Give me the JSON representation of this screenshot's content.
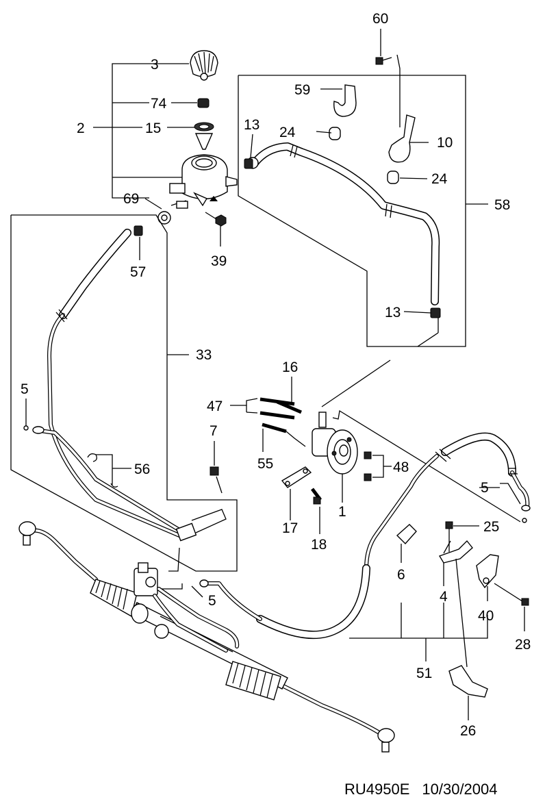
{
  "labels": {
    "p1": "1",
    "p2": "2",
    "p3": "3",
    "p4": "4",
    "p5a": "5",
    "p5b": "5",
    "p5c": "5",
    "p6": "6",
    "p7": "7",
    "p10": "10",
    "p13a": "13",
    "p13b": "13",
    "p15": "15",
    "p16": "16",
    "p17": "17",
    "p18": "18",
    "p24a": "24",
    "p24b": "24",
    "p25": "25",
    "p26": "26",
    "p28": "28",
    "p33": "33",
    "p39": "39",
    "p40": "40",
    "p47": "47",
    "p48": "48",
    "p51": "51",
    "p55": "55",
    "p56": "56",
    "p57": "57",
    "p58": "58",
    "p59": "59",
    "p60": "60",
    "p69": "69",
    "p74": "74"
  },
  "footer": {
    "code": "RU4950E",
    "date": "10/30/2004"
  }
}
